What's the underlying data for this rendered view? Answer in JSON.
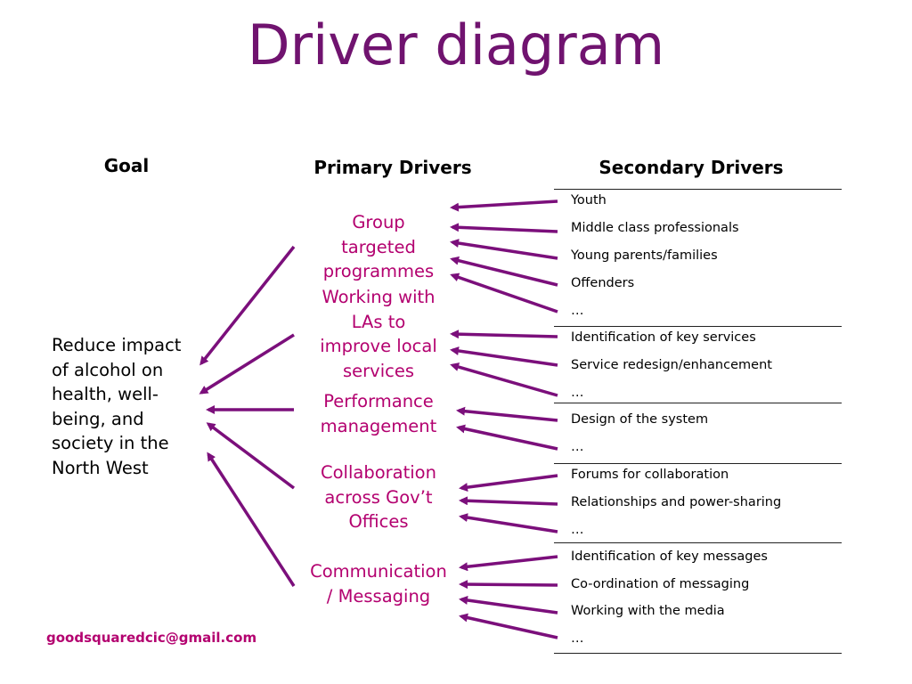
{
  "title": "Driver diagram",
  "headers": {
    "goal": "Goal",
    "primary": "Primary Drivers",
    "secondary": "Secondary Drivers"
  },
  "goal_text": [
    "Reduce impact",
    "of alcohol on",
    "health, well-",
    "being, and",
    "society in the",
    "North West"
  ],
  "primary_drivers": [
    [
      "Group",
      "targeted",
      "programmes"
    ],
    [
      "Working with",
      "LAs to",
      "improve local",
      "services"
    ],
    [
      "Performance",
      "management"
    ],
    [
      "Collaboration",
      "across Gov’t",
      "Offices"
    ],
    [
      "Communication",
      "/ Messaging"
    ]
  ],
  "secondary_groups": [
    [
      "Youth",
      "Middle class professionals",
      "Young parents/families",
      "Offenders",
      "…"
    ],
    [
      "Identification of key services",
      "Service redesign/enhancement",
      "…"
    ],
    [
      "Design of the system",
      "…"
    ],
    [
      "Forums for collaboration",
      "Relationships and power-sharing",
      "…"
    ],
    [
      "Identification of key messages",
      "Co-ordination of messaging",
      "Working with the media",
      "…"
    ]
  ],
  "footer_email": "goodsquaredcic@gmail.com",
  "colors": {
    "title": "#70136f",
    "primary_text": "#b3006f",
    "arrow": "#7b0f7b"
  }
}
